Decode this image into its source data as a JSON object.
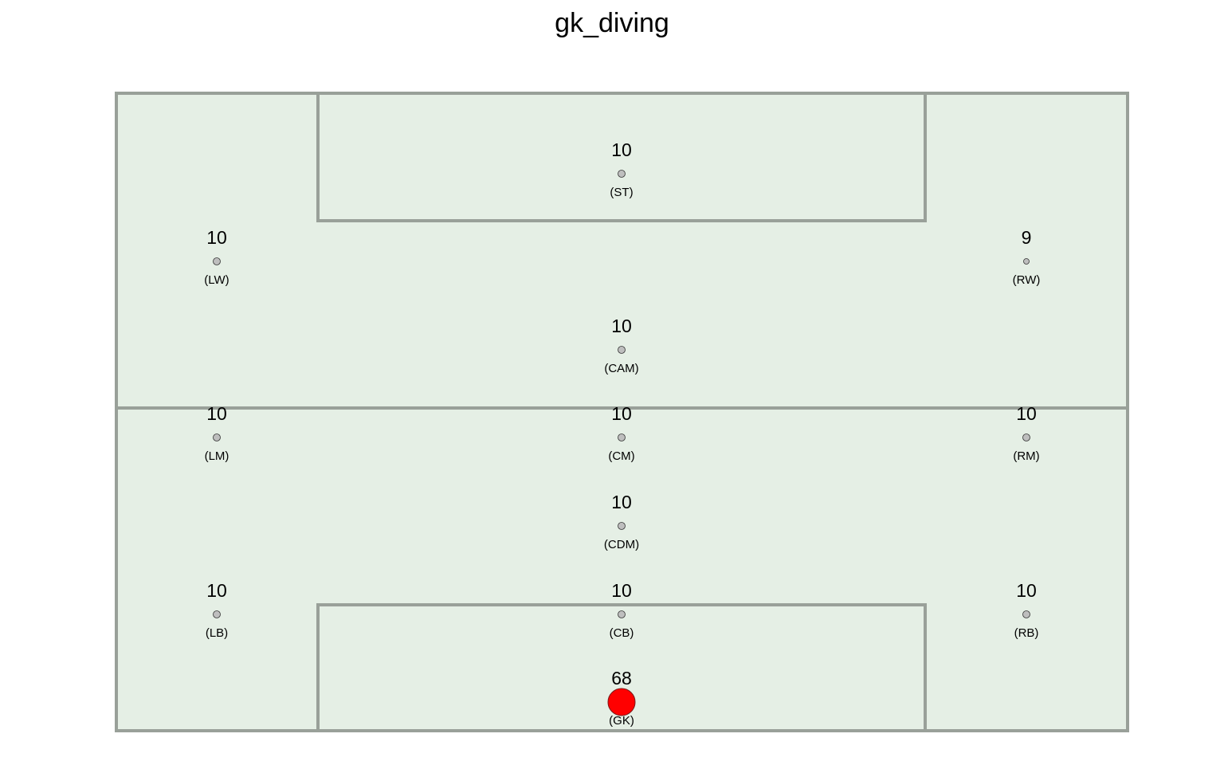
{
  "chart_data": {
    "type": "scatter",
    "title": "gk_diving",
    "points": [
      {
        "position": "(ST)",
        "value": 10,
        "col": 1,
        "row": 0
      },
      {
        "position": "(LW)",
        "value": 10,
        "col": 0,
        "row": 1
      },
      {
        "position": "(RW)",
        "value": 9,
        "col": 2,
        "row": 1
      },
      {
        "position": "(CAM)",
        "value": 10,
        "col": 1,
        "row": 2
      },
      {
        "position": "(LM)",
        "value": 10,
        "col": 0,
        "row": 3
      },
      {
        "position": "(CM)",
        "value": 10,
        "col": 1,
        "row": 3
      },
      {
        "position": "(RM)",
        "value": 10,
        "col": 2,
        "row": 3
      },
      {
        "position": "(CDM)",
        "value": 10,
        "col": 1,
        "row": 4
      },
      {
        "position": "(LB)",
        "value": 10,
        "col": 0,
        "row": 5
      },
      {
        "position": "(CB)",
        "value": 10,
        "col": 1,
        "row": 5
      },
      {
        "position": "(RB)",
        "value": 10,
        "col": 2,
        "row": 5
      },
      {
        "position": "(GK)",
        "value": 68,
        "col": 1,
        "row": 6
      }
    ],
    "highlight_color": "#ff0000",
    "marker_color": "#bebebe",
    "pitch_fill": "#e5efe5",
    "pitch_line": "#99a099"
  }
}
